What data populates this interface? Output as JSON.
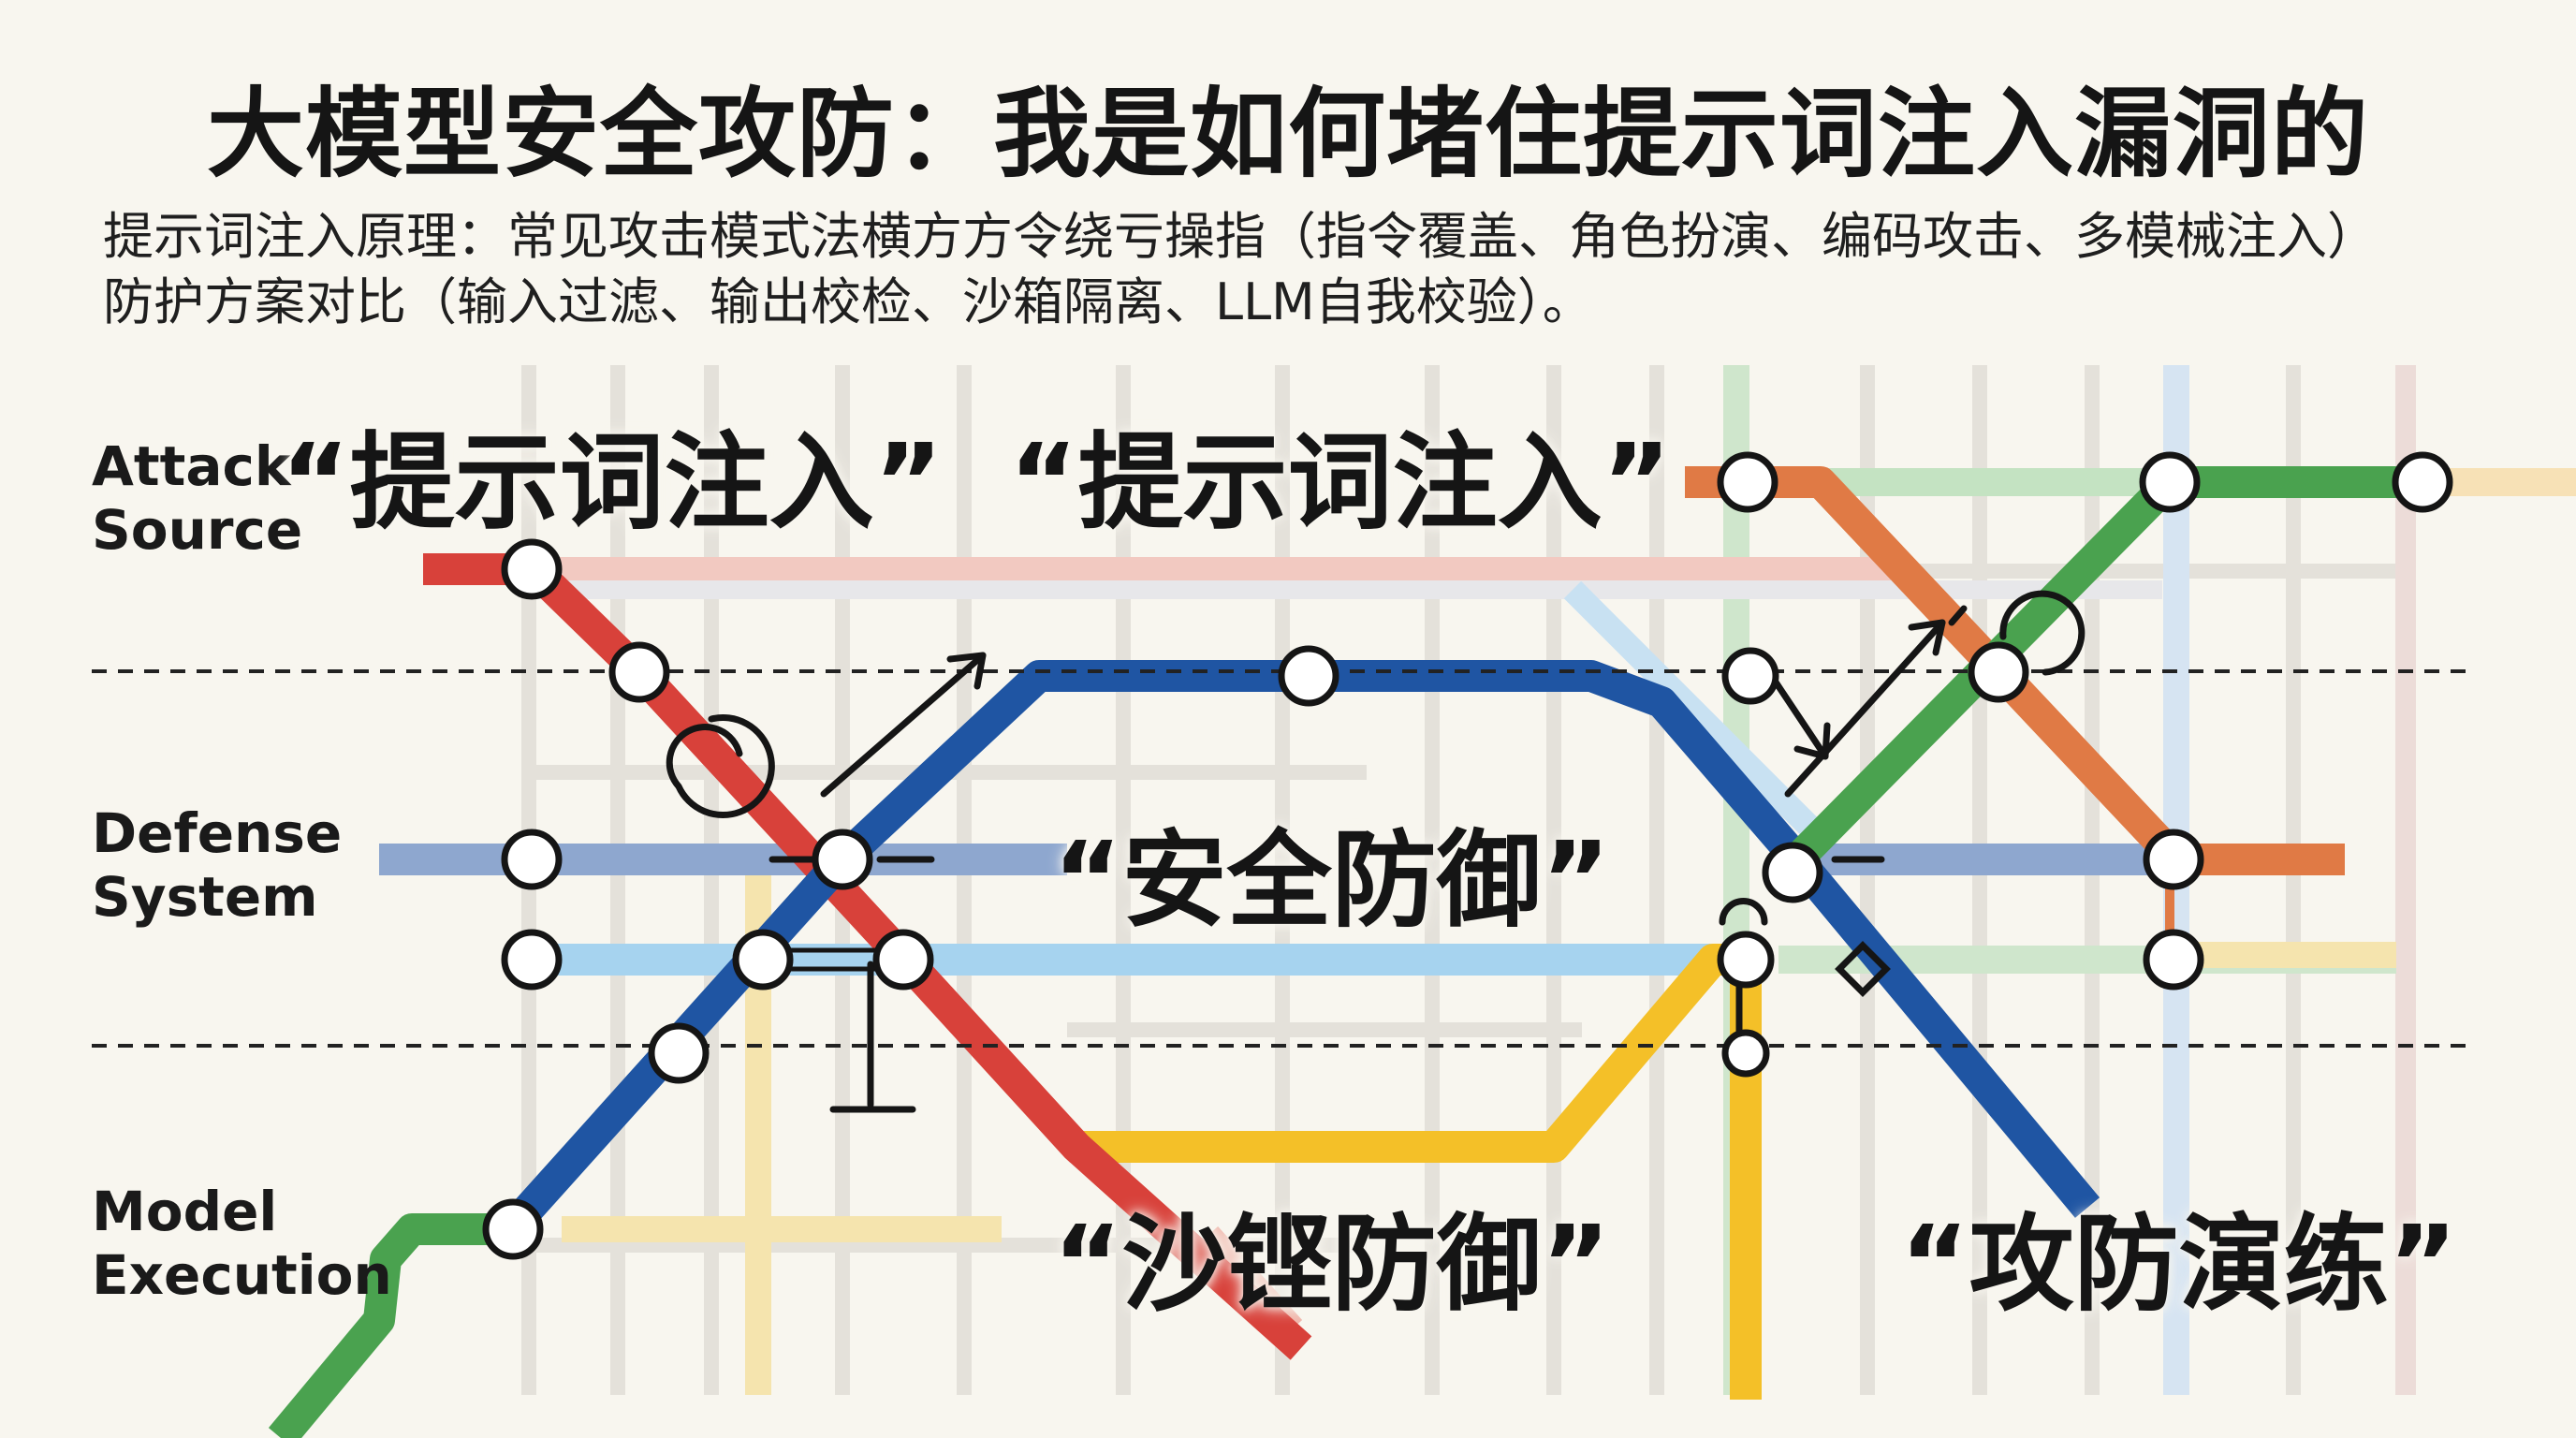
{
  "title": "大模型安全攻防：我是如何堵住提示词注入漏洞的",
  "subtitle_line1": "提示词注入原理：常见攻击模式法横方方令绕亏操指（指令覆盖、角色扮演、编码攻击、多模械注入）",
  "subtitle_line2": "防护方案对比（输入过滤、输出校检、沙箱隔离、LLM自我校验）。",
  "row_labels": {
    "attack_source": "Attack\nSource",
    "defense_system": "Defense\nSystem",
    "model_execution": "Model\nExecution"
  },
  "headline_labels": {
    "prompt_injection_1": "“提示词注入”",
    "prompt_injection_2": "“提示词注入”",
    "security_defense": "“安全防御”",
    "sandbox_defense": "“沙铿防御”",
    "attack_defense_drill": "“攻防演练”"
  },
  "line_colors": {
    "red": "#d8413a",
    "blue": "#1f55a3",
    "orange": "#e07a45",
    "green": "#4aa24f",
    "yellow": "#f4c028",
    "light_blue": "#a6d3ef"
  }
}
